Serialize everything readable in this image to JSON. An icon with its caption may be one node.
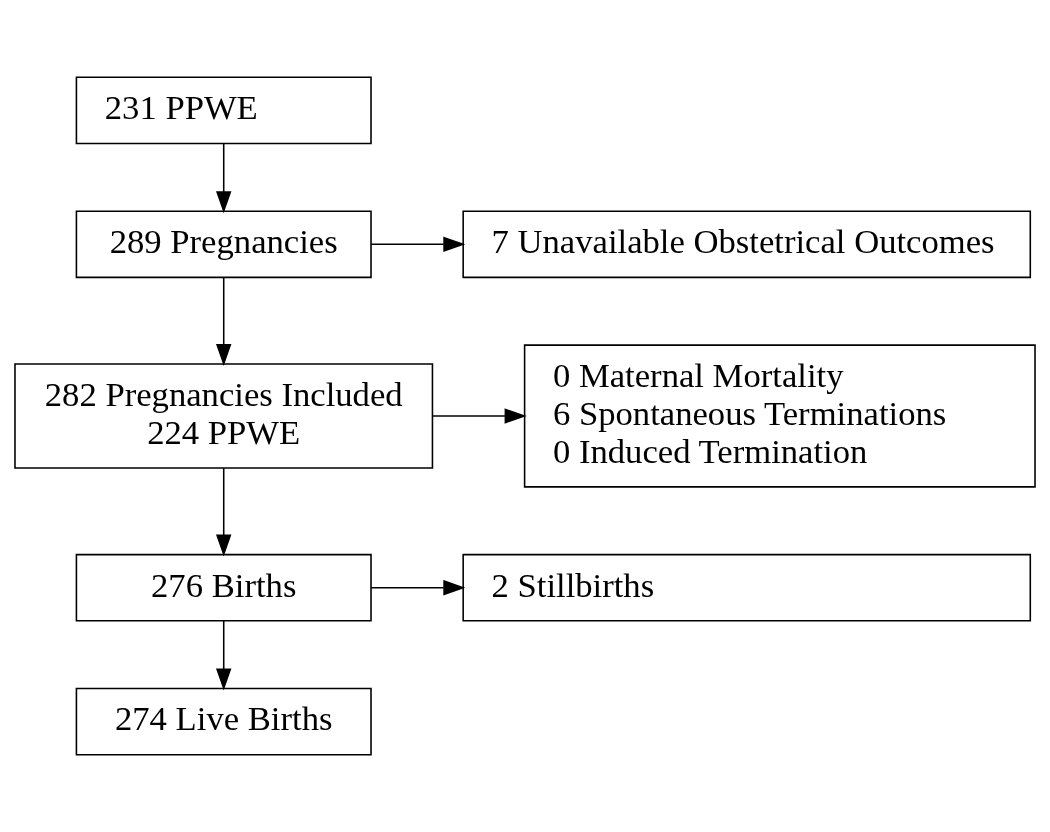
{
  "diagram": {
    "nodes": [
      {
        "text": [
          "231 PPWE"
        ]
      },
      {
        "text": [
          "289 Pregnancies"
        ]
      },
      {
        "text": [
          "7 Unavailable Obstetrical Outcomes"
        ]
      },
      {
        "text": [
          "282 Pregnancies Included",
          "224 PPWE"
        ]
      },
      {
        "text": [
          "0 Maternal Mortality",
          "6 Spontaneous Terminations",
          "0 Induced Termination"
        ]
      },
      {
        "text": [
          "276 Births"
        ]
      },
      {
        "text": [
          "2 Stillbirths"
        ]
      },
      {
        "text": [
          "274 Live Births"
        ]
      }
    ],
    "edges": [
      {
        "from": 0,
        "to": 1,
        "arrow": "to"
      },
      {
        "from": 1,
        "to": 2,
        "arrow": "to"
      },
      {
        "from": 1,
        "to": 3,
        "arrow": "to"
      },
      {
        "from": 3,
        "to": 4,
        "arrow": "to"
      },
      {
        "from": 3,
        "to": 5,
        "arrow": "to"
      },
      {
        "from": 5,
        "to": 6,
        "arrow": "to"
      },
      {
        "from": 5,
        "to": 7,
        "arrow": "to"
      }
    ]
  }
}
